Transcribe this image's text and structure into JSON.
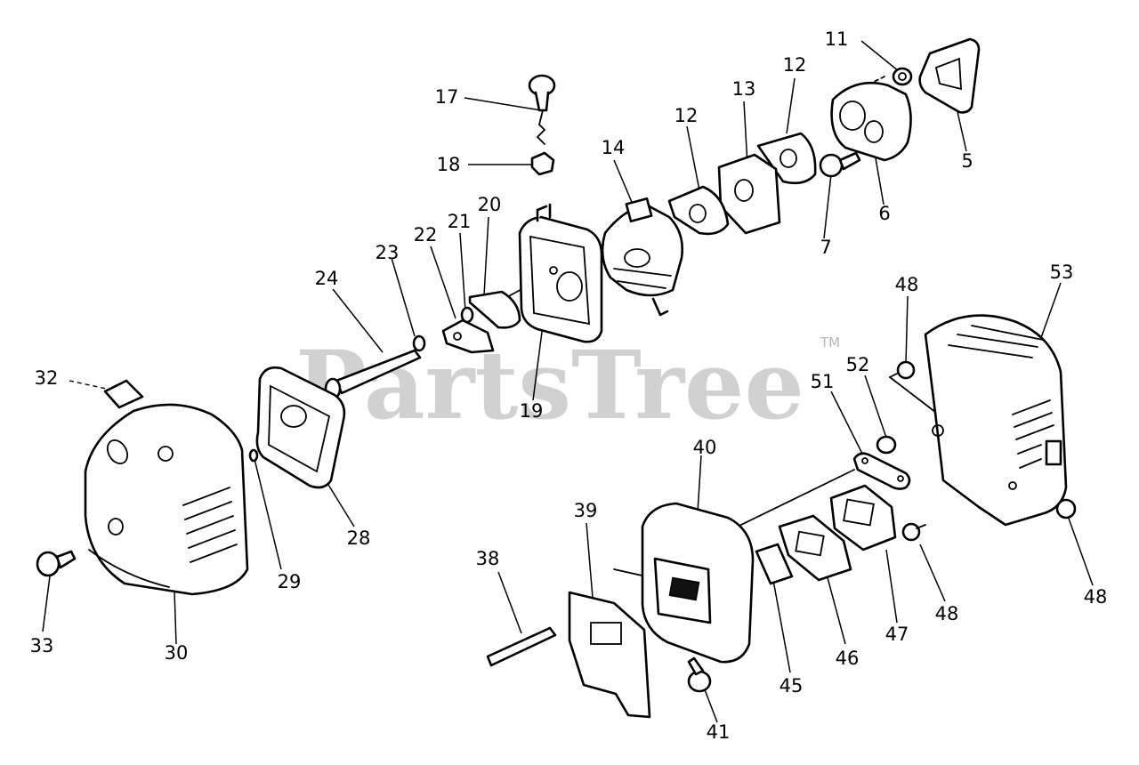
{
  "watermark": {
    "text": "PartsTree",
    "trademark": "TM"
  },
  "callouts": [
    {
      "id": "c11",
      "label": "11"
    },
    {
      "id": "c5",
      "label": "5"
    },
    {
      "id": "c12a",
      "label": "12"
    },
    {
      "id": "c13",
      "label": "13"
    },
    {
      "id": "c12b",
      "label": "12"
    },
    {
      "id": "c14",
      "label": "14"
    },
    {
      "id": "c17",
      "label": "17"
    },
    {
      "id": "c18",
      "label": "18"
    },
    {
      "id": "c6",
      "label": "6"
    },
    {
      "id": "c7",
      "label": "7"
    },
    {
      "id": "c20",
      "label": "20"
    },
    {
      "id": "c21",
      "label": "21"
    },
    {
      "id": "c22",
      "label": "22"
    },
    {
      "id": "c23",
      "label": "23"
    },
    {
      "id": "c24",
      "label": "24"
    },
    {
      "id": "c19",
      "label": "19"
    },
    {
      "id": "c48a",
      "label": "48"
    },
    {
      "id": "c53",
      "label": "53"
    },
    {
      "id": "c52",
      "label": "52"
    },
    {
      "id": "c51",
      "label": "51"
    },
    {
      "id": "c32",
      "label": "32"
    },
    {
      "id": "c40",
      "label": "40"
    },
    {
      "id": "c28",
      "label": "28"
    },
    {
      "id": "c29",
      "label": "29"
    },
    {
      "id": "c39",
      "label": "39"
    },
    {
      "id": "c38",
      "label": "38"
    },
    {
      "id": "c33",
      "label": "33"
    },
    {
      "id": "c30",
      "label": "30"
    },
    {
      "id": "c45",
      "label": "45"
    },
    {
      "id": "c46",
      "label": "46"
    },
    {
      "id": "c47",
      "label": "47"
    },
    {
      "id": "c48b",
      "label": "48"
    },
    {
      "id": "c48c",
      "label": "48"
    },
    {
      "id": "c41",
      "label": "41"
    }
  ]
}
